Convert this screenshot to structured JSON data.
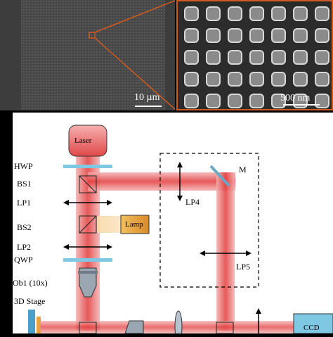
{
  "sem": {
    "left_scale_label": "10 µm",
    "right_scale_label": "500 nm",
    "highlight_color": "#d25a1e"
  },
  "panel_letter": ")",
  "diagram": {
    "laser_label": "Laser",
    "hwp_label": "HWP",
    "bs1_label": "BS1",
    "lp1_label": "LP1",
    "bs2_label": "BS2",
    "lamp_label": "Lamp",
    "lp2_label": "LP2",
    "qwp_label": "QWP",
    "ob1_label": "Ob1 (10x)",
    "stage_label": "3D Stage",
    "mirror_label": "M",
    "lp4_label": "LP4",
    "lp5_label": "LP5",
    "ccd_label": "CCD",
    "beam_color": "#e23b3b",
    "waveplate_color": "#7ec8e3",
    "lamp_color": "#e8a43a",
    "laser_color": "#e04848"
  }
}
